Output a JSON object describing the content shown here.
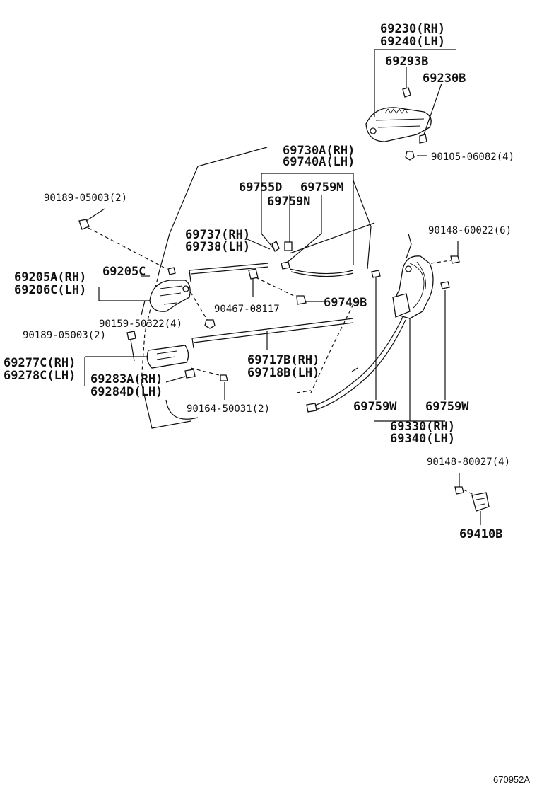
{
  "labels": {
    "l69230": "69230(RH)",
    "l69240": "69240(LH)",
    "l69293B": "69293B",
    "l69230B": "69230B",
    "l90105": "90105-06082(4)",
    "l69730A": "69730A(RH)",
    "l69740A": "69740A(LH)",
    "l69755D": "69755D",
    "l69759M": "69759M",
    "l69759N": "69759N",
    "l90189a": "90189-05003(2)",
    "l69737": "69737(RH)",
    "l69738": "69738(LH)",
    "l90148a": "90148-60022(6)",
    "l69205A": "69205A(RH)",
    "l69206C": "69206C(LH)",
    "l69205C": "69205C",
    "l90467": "90467-08117",
    "l69749B": "69749B",
    "l90159": "90159-50322(4)",
    "l90189b": "90189-05003(2)",
    "l69717B": "69717B(RH)",
    "l69718B": "69718B(LH)",
    "l69277C": "69277C(RH)",
    "l69278C": "69278C(LH)",
    "l69283A": "69283A(RH)",
    "l69284D": "69284D(LH)",
    "l90164": "90164-50031(2)",
    "l69759Wa": "69759W",
    "l69759Wb": "69759W",
    "l69330": "69330(RH)",
    "l69340": "69340(LH)",
    "l90148b": "90148-80027(4)",
    "l69410B": "69410B"
  },
  "diagram_code": "670952A"
}
